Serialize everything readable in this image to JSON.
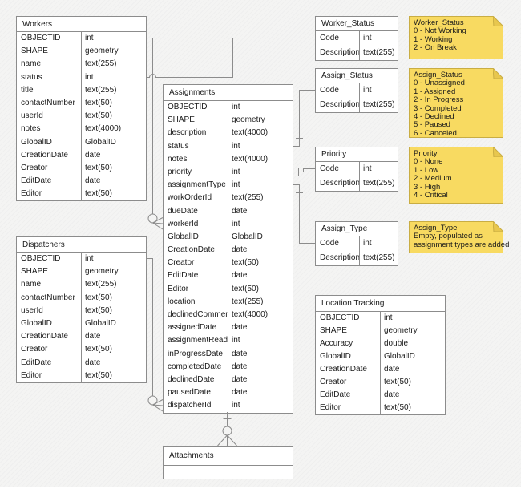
{
  "colors": {
    "canvas_background": "#f4f4f3",
    "table_fill": "#ffffff",
    "table_border": "#8c8c8c",
    "connector": "#8c8c8c",
    "text": "#1a1a1a",
    "note_fill": "#f8da61",
    "note_border": "#c9ad43",
    "note_fold": "#e8c74e"
  },
  "tables": [
    {
      "name": "Workers",
      "fields": [
        {
          "name": "OBJECTID",
          "type": "int"
        },
        {
          "name": "SHAPE",
          "type": "geometry"
        },
        {
          "name": "name",
          "type": "text(255)"
        },
        {
          "name": "status",
          "type": "int"
        },
        {
          "name": "title",
          "type": "text(255)"
        },
        {
          "name": "contactNumber",
          "type": "text(50)"
        },
        {
          "name": "userId",
          "type": "text(50)"
        },
        {
          "name": "notes",
          "type": "text(4000)"
        },
        {
          "name": "GlobalID",
          "type": "GlobalID"
        },
        {
          "name": "CreationDate",
          "type": "date"
        },
        {
          "name": "Creator",
          "type": "text(50)"
        },
        {
          "name": "EditDate",
          "type": "date"
        },
        {
          "name": "Editor",
          "type": "text(50)"
        }
      ]
    },
    {
      "name": "Dispatchers",
      "fields": [
        {
          "name": "OBJECTID",
          "type": "int"
        },
        {
          "name": "SHAPE",
          "type": "geometry"
        },
        {
          "name": "name",
          "type": "text(255)"
        },
        {
          "name": "contactNumber",
          "type": "text(50)"
        },
        {
          "name": "userId",
          "type": "text(50)"
        },
        {
          "name": "GlobalID",
          "type": "GlobalID"
        },
        {
          "name": "CreationDate",
          "type": "date"
        },
        {
          "name": "Creator",
          "type": "text(50)"
        },
        {
          "name": "EditDate",
          "type": "date"
        },
        {
          "name": "Editor",
          "type": "text(50)"
        }
      ]
    },
    {
      "name": "Assignments",
      "fields": [
        {
          "name": "OBJECTID",
          "type": "int"
        },
        {
          "name": "SHAPE",
          "type": "geometry"
        },
        {
          "name": "description",
          "type": "text(4000)"
        },
        {
          "name": "status",
          "type": "int"
        },
        {
          "name": "notes",
          "type": "text(4000)"
        },
        {
          "name": "priority",
          "type": "int"
        },
        {
          "name": "assignmentType",
          "type": "int"
        },
        {
          "name": "workOrderId",
          "type": "text(255)"
        },
        {
          "name": "dueDate",
          "type": "date"
        },
        {
          "name": "workerId",
          "type": "int"
        },
        {
          "name": "GlobalID",
          "type": "GlobalID"
        },
        {
          "name": "CreationDate",
          "type": "date"
        },
        {
          "name": "Creator",
          "type": "text(50)"
        },
        {
          "name": "EditDate",
          "type": "date"
        },
        {
          "name": "Editor",
          "type": "text(50)"
        },
        {
          "name": "location",
          "type": "text(255)"
        },
        {
          "name": "declinedComment",
          "type": "text(4000)"
        },
        {
          "name": "assignedDate",
          "type": "date"
        },
        {
          "name": "assignmentRead",
          "type": "int"
        },
        {
          "name": "inProgressDate",
          "type": "date"
        },
        {
          "name": "completedDate",
          "type": "date"
        },
        {
          "name": "declinedDate",
          "type": "date"
        },
        {
          "name": "pausedDate",
          "type": "date"
        },
        {
          "name": "dispatcherId",
          "type": "int"
        }
      ]
    },
    {
      "name": "Worker_Status",
      "fields": [
        {
          "name": "Code",
          "type": "int"
        },
        {
          "name": "Description",
          "type": "text(255)"
        }
      ]
    },
    {
      "name": "Assign_Status",
      "fields": [
        {
          "name": "Code",
          "type": "int"
        },
        {
          "name": "Description",
          "type": "text(255)"
        }
      ]
    },
    {
      "name": "Priority",
      "fields": [
        {
          "name": "Code",
          "type": "int"
        },
        {
          "name": "Description",
          "type": "text(255)"
        }
      ]
    },
    {
      "name": "Assign_Type",
      "fields": [
        {
          "name": "Code",
          "type": "int"
        },
        {
          "name": "Description",
          "type": "text(255)"
        }
      ]
    },
    {
      "name": "Location Tracking",
      "fields": [
        {
          "name": "OBJECTID",
          "type": "int"
        },
        {
          "name": "SHAPE",
          "type": "geometry"
        },
        {
          "name": "Accuracy",
          "type": "double"
        },
        {
          "name": "GlobalID",
          "type": "GlobalID"
        },
        {
          "name": "CreationDate",
          "type": "date"
        },
        {
          "name": "Creator",
          "type": "text(50)"
        },
        {
          "name": "EditDate",
          "type": "date"
        },
        {
          "name": "Editor",
          "type": "text(50)"
        }
      ]
    },
    {
      "name": "Attachments",
      "fields": []
    }
  ],
  "notes": [
    {
      "title": "Worker_Status",
      "lines": [
        "0 - Not Working",
        "1 - Working",
        "2 - On Break"
      ]
    },
    {
      "title": "Assign_Status",
      "lines": [
        "0 - Unassigned",
        "1 - Assigned",
        "2 - In Progress",
        "3 - Completed",
        "4 - Declined",
        "5 - Paused",
        "6 - Canceled"
      ]
    },
    {
      "title": "Priority",
      "lines": [
        "0 - None",
        "1 - Low",
        "2 - Medium",
        "3 - High",
        "4 - Critical"
      ]
    },
    {
      "title": "Assign_Type",
      "lines": [
        "Empty, populated as",
        "assignment types are added"
      ]
    }
  ],
  "relationships": [
    {
      "from": "Workers.status",
      "to": "Worker_Status.Code",
      "notation": "one"
    },
    {
      "from": "Workers.OBJECTID",
      "to": "Assignments.workerId",
      "notation": "one-to-zero-or-many"
    },
    {
      "from": "Dispatchers.OBJECTID",
      "to": "Assignments.dispatcherId",
      "notation": "one-to-zero-or-many"
    },
    {
      "from": "Assignments.status",
      "to": "Assign_Status.Code",
      "notation": "one"
    },
    {
      "from": "Assignments.priority",
      "to": "Priority.Code",
      "notation": "one"
    },
    {
      "from": "Assignments.assignmentType",
      "to": "Assign_Type.Code",
      "notation": "one"
    },
    {
      "from": "Assignments",
      "to": "Attachments",
      "notation": "one-to-zero-or-many"
    }
  ]
}
